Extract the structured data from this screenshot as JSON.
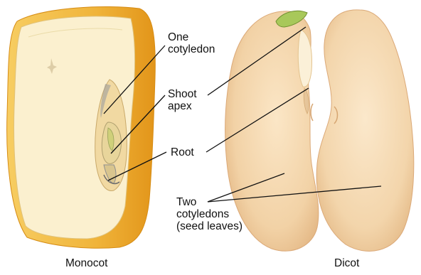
{
  "labels": {
    "one_cotyledon": [
      "One",
      "cotyledon"
    ],
    "shoot_apex": [
      "Shoot",
      "apex"
    ],
    "root": "Root",
    "two_cotyledons": [
      "Two",
      "cotyledons",
      "(seed leaves)"
    ],
    "monocot": "Monocot",
    "dicot": "Dicot"
  },
  "colors": {
    "monocot_kernel_outer": "#f0b43a",
    "monocot_kernel_edge": "#e39a1c",
    "monocot_endosperm": "#fbf0cf",
    "monocot_embryo": "#f2dca8",
    "dicot_seed_fill": "#f4d6ad",
    "dicot_seed_shade": "#e7bd88",
    "shoot_green": "#9fc24f",
    "leader_line": "#111111"
  },
  "icons": {
    "monocot_seed": "corn-kernel-cross-section-icon",
    "dicot_seed": "bean-seed-open-halves-icon"
  }
}
